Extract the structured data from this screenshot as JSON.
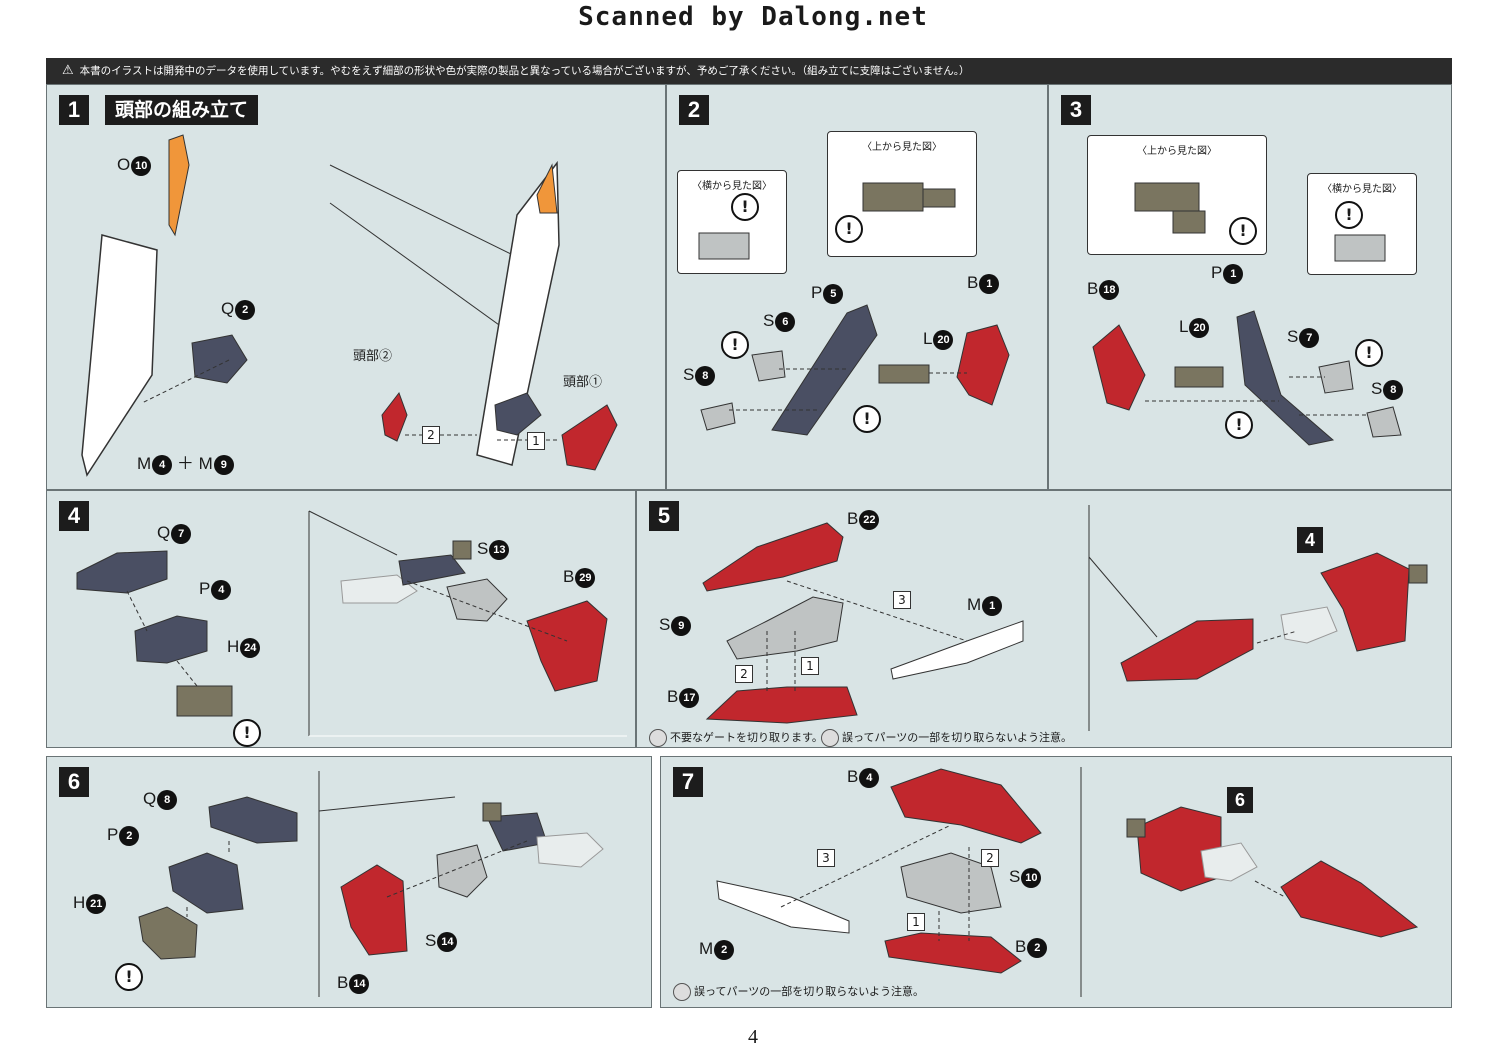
{
  "scan_title": "Scanned by Dalong.net",
  "warning": "本書のイラストは開発中のデータを使用しています。やむをえず細部の形状や色が実際の製品と異なっている場合がございますが、予めご了承ください。（組み立てに支障はございません。）",
  "page_number": "4",
  "steps": {
    "s1": {
      "num": "1",
      "title": "頭部の組み立て",
      "labels": {
        "o10": "O",
        "o10n": "10",
        "q2": "Q",
        "q2n": "2",
        "m4": "M",
        "m4n": "4",
        "plus": "＋",
        "m9": "M",
        "m9n": "9",
        "head2": "頭部②",
        "head1": "頭部①",
        "sq2": "2",
        "sq1": "1"
      }
    },
    "s2": {
      "num": "2",
      "side_view": "〈横から見た図〉",
      "top_view": "〈上から見た図〉",
      "labels": {
        "s6": "S",
        "s6n": "6",
        "p5": "P",
        "p5n": "5",
        "l20": "L",
        "l20n": "20",
        "b1": "B",
        "b1n": "1",
        "s8": "S",
        "s8n": "8"
      }
    },
    "s3": {
      "num": "3",
      "side_view": "〈横から見た図〉",
      "top_view": "〈上から見た図〉",
      "labels": {
        "b18": "B",
        "b18n": "18",
        "l20": "L",
        "l20n": "20",
        "p1": "P",
        "p1n": "1",
        "s7": "S",
        "s7n": "7",
        "s8": "S",
        "s8n": "8"
      }
    },
    "s4": {
      "num": "4",
      "labels": {
        "q7": "Q",
        "q7n": "7",
        "p4": "P",
        "p4n": "4",
        "h24": "H",
        "h24n": "24",
        "s13": "S",
        "s13n": "13",
        "b29": "B",
        "b29n": "29"
      }
    },
    "s5": {
      "num": "5",
      "note1": "不要なゲートを切り取ります。",
      "note2": "誤ってパーツの一部を切り取らないよう注意。",
      "labels": {
        "b22": "B",
        "b22n": "22",
        "s9": "S",
        "s9n": "9",
        "b17": "B",
        "b17n": "17",
        "m1": "M",
        "m1n": "1",
        "sq1": "1",
        "sq2": "2",
        "sq3": "3",
        "ref4": "4"
      }
    },
    "s6": {
      "num": "6",
      "labels": {
        "q8": "Q",
        "q8n": "8",
        "p2": "P",
        "p2n": "2",
        "h21": "H",
        "h21n": "21",
        "s14": "S",
        "s14n": "14",
        "b14": "B",
        "b14n": "14"
      }
    },
    "s7": {
      "num": "7",
      "note": "誤ってパーツの一部を切り取らないよう注意。",
      "labels": {
        "b4": "B",
        "b4n": "4",
        "m2": "M",
        "m2n": "2",
        "s10": "S",
        "s10n": "10",
        "b2": "B",
        "b2n": "2",
        "sq1": "1",
        "sq2": "2",
        "sq3": "3",
        "ref6": "6"
      }
    }
  },
  "colors": {
    "panel": "#d9e4e5",
    "red_part": "#c1272d",
    "navy_part": "#4a4f63",
    "grey_part": "#bfc3c3",
    "orange_tip": "#f0963a",
    "olive_part": "#7a7560"
  }
}
